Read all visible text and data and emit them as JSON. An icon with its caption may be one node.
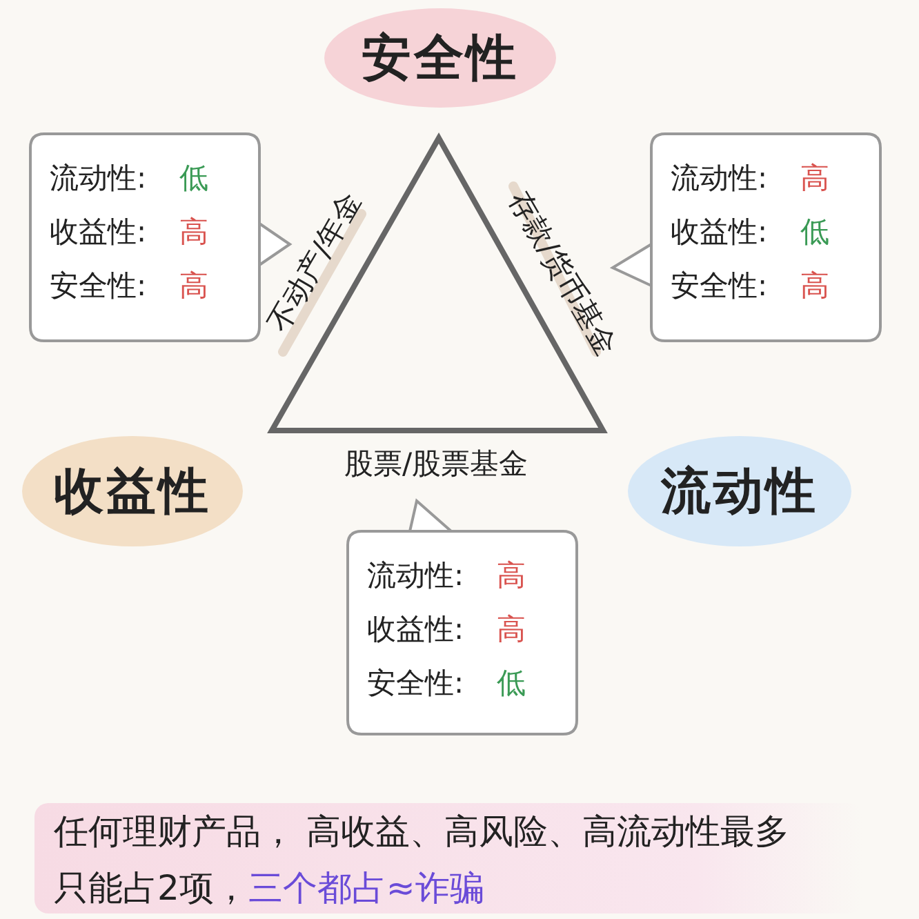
{
  "diagram": {
    "nodes": [
      {
        "text": [
          "安全性"
        ]
      },
      {
        "text": [
          "收益性"
        ]
      },
      {
        "text": [
          "流动性"
        ]
      },
      {
        "text": [
          "流动性:",
          "低",
          "收益性:",
          "高",
          "安全性:",
          "高"
        ]
      },
      {
        "text": [
          "流动性:",
          "高",
          "收益性:",
          "低",
          "安全性:",
          "高"
        ]
      },
      {
        "text": [
          "流动性:",
          "高",
          "收益性:",
          "高",
          "安全性:",
          "低"
        ]
      },
      {
        "text": [
          "任何理财产品， 高收益、高风险、高流动性最多只能占2项，",
          "三个都占≈诈骗"
        ]
      }
    ],
    "edges": [],
    "labels": [
      "不动产/年金",
      "存款/货币基金",
      "股票/股票基金"
    ]
  }
}
